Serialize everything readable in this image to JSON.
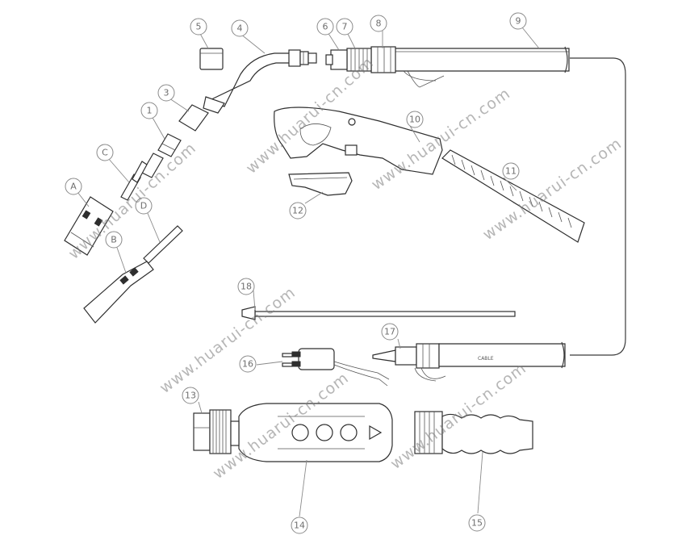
{
  "watermark": "www.huarui-cn.com",
  "callouts": {
    "c1": "1",
    "c3": "3",
    "c4": "4",
    "c5": "5",
    "c6": "6",
    "c7": "7",
    "c8": "8",
    "c9": "9",
    "c10": "10",
    "c11": "11",
    "c12": "12",
    "c13": "13",
    "c14": "14",
    "c15": "15",
    "c16": "16",
    "c17": "17",
    "c18": "18",
    "cA": "A",
    "cB": "B",
    "cC": "C",
    "cD": "D"
  },
  "cable_text": "CABLE"
}
